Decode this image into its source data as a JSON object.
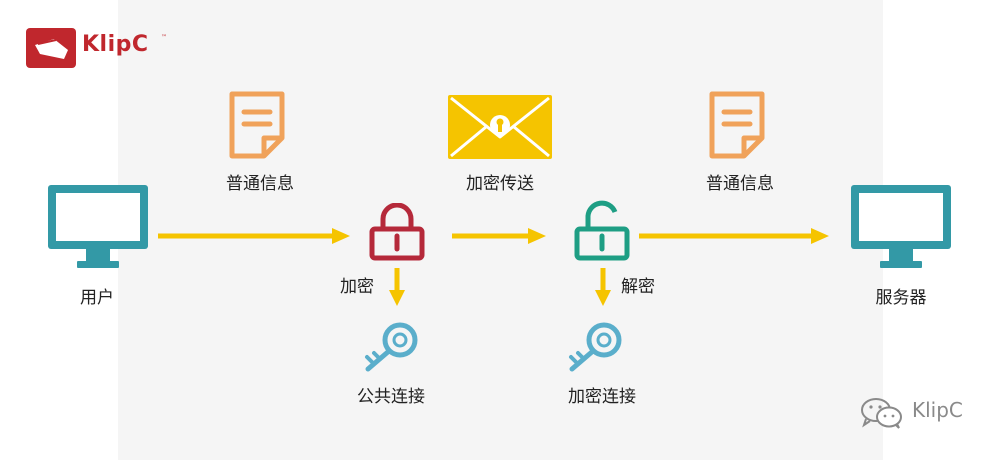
{
  "logo": {
    "text": "KlipC",
    "trademark": "™"
  },
  "watermark": {
    "text": "KlipC",
    "icon": "wechat-icon"
  },
  "nodes": {
    "user": "用户",
    "server": "服务器",
    "plain_info_left": "普通信息",
    "plain_info_right": "普通信息",
    "encrypted_transfer": "加密传送",
    "encrypt": "加密",
    "decrypt": "解密",
    "public_connection": "公共连接",
    "encrypted_connection": "加密连接"
  },
  "colors": {
    "monitor": "#3399a6",
    "arrow": "#f5c400",
    "document": "#f0a25a",
    "envelope": "#f5c400",
    "lock_closed": "#b5293a",
    "lock_open": "#1e9e84",
    "key": "#5aaecb",
    "logo": "#c0272d"
  }
}
